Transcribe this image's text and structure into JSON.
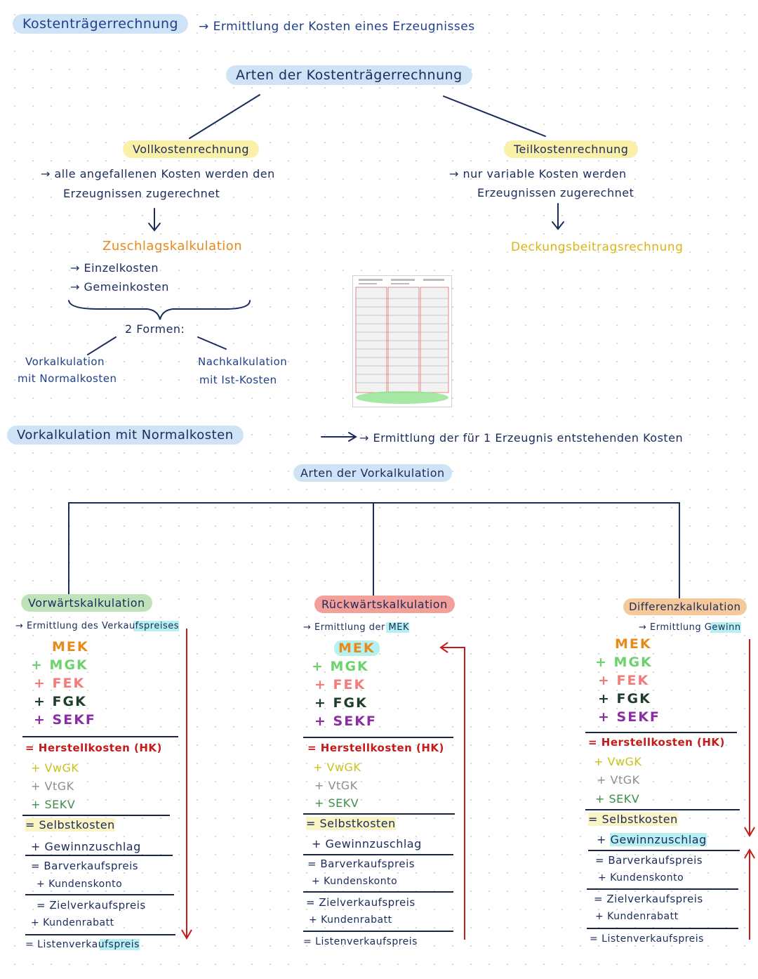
{
  "top": {
    "title": "Kostenträgerrechnung",
    "title_def": "→ Ermittlung der Kosten eines Erzeugnisses",
    "arten_heading": "Arten der Kostenträgerrechnung"
  },
  "voll": {
    "title": "Vollkostenrechnung",
    "desc_line1": "→ alle angefallenen Kosten werden den",
    "desc_line2": "Erzeugnissen zugerechnet",
    "arrow": "↓",
    "method": "Zuschlagskalkulation",
    "item1": "→ Einzelkosten",
    "item2": "→ Gemeinkosten",
    "formen": "2 Formen:",
    "left_l1": "Vorkalkulation",
    "left_l2": "mit Normalkosten",
    "right_l1": "Nachkalkulation",
    "right_l2": "mit Ist-Kosten"
  },
  "teil": {
    "title": "Teilkostenrechnung",
    "desc_line1": "→ nur variable Kosten werden",
    "desc_line2": "Erzeugnissen zugerechnet",
    "arrow": "↓",
    "method": "Deckungsbeitragsrechnung"
  },
  "vork": {
    "title": "Vorkalkulation mit Normalkosten",
    "def": "→ Ermittlung der für 1 Erzeugnis entstehenden Kosten",
    "arten_heading": "Arten der Vorkalkulation"
  },
  "columns": [
    {
      "title": "Vorwärtskalkulation",
      "subtitle": "→ Ermittlung des Verkaufspreises",
      "items": {
        "mek": "MEK",
        "mgk": "+ MGK",
        "fek": "+ FEK",
        "fgk": "+ FGK",
        "sekf": "+ SEKF",
        "hk": "= Herstellkosten (HK)",
        "vwgk": "+ VwGK",
        "vtgk": "+ VtGK",
        "sekv": "+ SEKV",
        "sk": "= Selbstkosten",
        "gew": "+ Gewinnzuschlag",
        "bvp": "= Barverkaufspreis",
        "ksk": "+ Kundenskonto",
        "zvp": "= Zielverkaufspreis",
        "krab": "+ Kundenrabatt",
        "lvp": "= Listenverkaufspreis"
      }
    },
    {
      "title": "Rückwärtskalkulation",
      "subtitle": "→ Ermittlung der MEK",
      "items": {
        "mek": "MEK",
        "mgk": "+ MGK",
        "fek": "+ FEK",
        "fgk": "+ FGK",
        "sekf": "+ SEKF",
        "hk": "= Herstellkosten (HK)",
        "vwgk": "+ VwGK",
        "vtgk": "+ VtGK",
        "sekv": "+ SEKV",
        "sk": "= Selbstkosten",
        "gew": "+ Gewinnzuschlag",
        "bvp": "= Barverkaufspreis",
        "ksk": "+ Kundenskonto",
        "zvp": "= Zielverkaufspreis",
        "krab": "+ Kundenrabatt",
        "lvp": "= Listenverkaufspreis"
      }
    },
    {
      "title": "Differenzkalkulation",
      "subtitle": "→ Ermittlung Gewinn",
      "items": {
        "mek": "MEK",
        "mgk": "+ MGK",
        "fek": "+ FEK",
        "fgk": "+ FGK",
        "sekf": "+ SEKF",
        "hk": "= Herstellkosten (HK)",
        "vwgk": "+ VwGK",
        "vtgk": "+ VtGK",
        "sekv": "+ SEKV",
        "sk": "= Selbstkosten",
        "gew": "+ Gewinnzuschlag",
        "bvp": "= Barverkaufspreis",
        "ksk": "+ Kundenskonto",
        "zvp": "= Zielverkaufspreis",
        "krab": "+ Kundenrabatt",
        "lvp": "= Listenverkaufspreis"
      }
    }
  ],
  "colors": {
    "ink_blue": "#1e3f8c",
    "highlight_blue": "#cfe3f6",
    "highlight_yellow": "#fbf0a8",
    "orange": "#e88a1a",
    "red": "#c51a1a",
    "light_green": "#6cd36c",
    "pink": "#f27b7b",
    "purple": "#8b2ea3"
  }
}
